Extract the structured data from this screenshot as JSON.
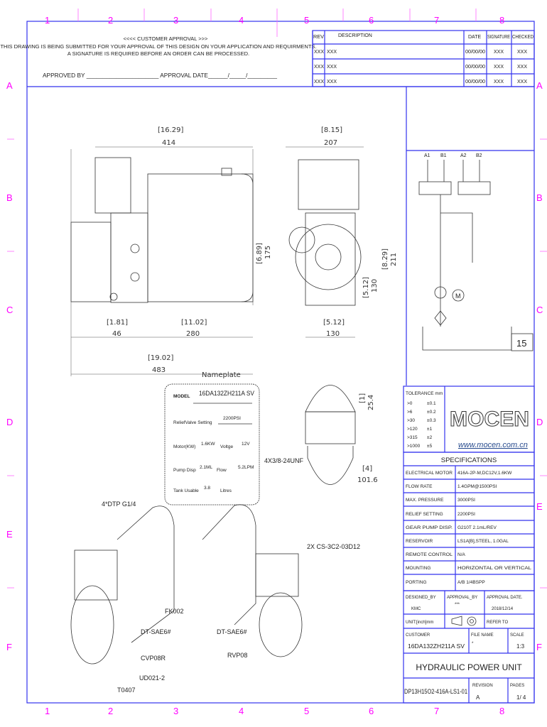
{
  "zones": {
    "columns": [
      "1",
      "2",
      "3",
      "4",
      "5",
      "6",
      "7",
      "8"
    ],
    "rows": [
      "A",
      "B",
      "C",
      "D",
      "E",
      "F"
    ]
  },
  "approval": {
    "heading": "<<<<  CUSTOMER APPROVAL  >>>",
    "line1": "THIS DRAWING IS BEING SUBMITTED FOR YOUR APPROVAL OF THIS DESIGN ON YOUR APPLICATION AND REQUIRMENTS.",
    "line2": "A SIGNATURE IS REQUIRED BEFORE AN ORDER CAN BE PROCESSED.",
    "approved_by": "APPROVED BY ______________________ APPROVAL DATE______/_____/_________"
  },
  "revisions": {
    "headers": [
      "REV",
      "DESCRIPTION",
      "DATE",
      "SIGNATURE",
      "CHECKED"
    ],
    "rows": [
      [
        "XXX",
        "XXX",
        "00/00/00",
        "XXX",
        "XXX"
      ],
      [
        "XXX",
        "XXX",
        "00/00/00",
        "XXX",
        "XXX"
      ],
      [
        "XXX",
        "XXX",
        "00/00/00",
        "XXX",
        "XXX"
      ]
    ]
  },
  "dimensions": {
    "overall_len_in": "[16.29]",
    "overall_len_mm": "414",
    "side_width_in": "[8.15]",
    "side_width_mm": "207",
    "height_in": "[6.89]",
    "height_mm": "175",
    "base_h_in": "[5.12]",
    "base_h_mm": "130",
    "total_h_in": "[8.29]",
    "total_h_mm": "211",
    "motor_in": "[1.81]",
    "motor_mm": "46",
    "tank_in": "[11.02]",
    "tank_mm": "280",
    "base_w_in": "[5.12]",
    "base_w_mm": "130",
    "total_in": "[19.02]",
    "total_mm": "483",
    "end_h_in": "[1]",
    "end_h_mm": "25.4",
    "end_w_in": "[4]",
    "end_w_mm": "101.6",
    "nameplate_note": "Nameplate"
  },
  "nameplate": {
    "model_label": "MODEL",
    "model": "16DA132ZH211A SV",
    "relief_label": "ReliefValve Setting",
    "relief": "2200PSI",
    "motor_label": "Motor(KW)",
    "motor": "1.6KW",
    "voltage_label": "Voltge",
    "voltage": "12V",
    "pump_label": "Pump Disp",
    "pump": "2.1ML",
    "flow_label": "Flow",
    "flow": "5.2LPM",
    "tank_label": "Tank Usable",
    "tank": "3.8",
    "tank_unit": "Litres"
  },
  "callouts": {
    "mount": "4X3/8-24UNF",
    "ports": "4*DTP G1/4",
    "coils": "2X CS-3C2-03D12",
    "fk": "FK002",
    "dt1": "DT-SAE6#",
    "dt2": "DT-SAE6#",
    "cvp": "CVP08R",
    "rvp": "RVP08",
    "ud": "UD021-2",
    "t": "T0407"
  },
  "schematic": {
    "ports": [
      "A1",
      "B1",
      "A2",
      "B2"
    ],
    "motor": "M",
    "tag": "15"
  },
  "tolerance": {
    "title": "TOLERANCE  mm",
    "rows": [
      [
        ">0",
        "±0.1"
      ],
      [
        ">6",
        "±0.2"
      ],
      [
        ">30",
        "±0.3"
      ],
      [
        ">120",
        "±1"
      ],
      [
        ">315",
        "±2"
      ],
      [
        ">1000",
        "±5"
      ]
    ]
  },
  "brand": {
    "logo": "MOCEN",
    "url": "www.mocen.com.cn",
    "color": "#2a4d8f"
  },
  "specs": {
    "title": "SPECIFICATIONS",
    "rows": [
      [
        "ELECTRICAL MOTOR",
        "416A-2P-M,DC12V,1.6KW"
      ],
      [
        "FLOW RATE",
        "1.4GPM@1500PSI"
      ],
      [
        "MAX. PRESSURE",
        "3000PSI"
      ],
      [
        "RELIEF SETTING",
        "2200PSI"
      ],
      [
        "GEAR PUMP DISP.",
        "G210T 2.1mL/REV"
      ],
      [
        "RESERVOIR",
        "LS1A[B],STEEL, 1.0GAL"
      ],
      [
        "REMOTE CONTROL",
        "N/A"
      ],
      [
        "MOUNTING",
        "HORIZONTAL OR VERTICAL"
      ],
      [
        "PORTING",
        "A/B 1/4BSPP"
      ]
    ]
  },
  "titleblock": {
    "designed_label": "DESIGNED_BY",
    "designed": "KMC",
    "approval_label": "APPROVAL_BY",
    "approval": "***",
    "date_label": "APPROVAL DATE.",
    "date": "2018/12/14",
    "unit": "UNIT:[inch]mm",
    "refer": "REFER TO",
    "customer_label": "CUSTOMER",
    "customer": "16DA132ZH211A SV",
    "file_label": "FILE NAME",
    "file": "*",
    "scale_label": "SCALE",
    "scale": "1:3",
    "title": "HYDRAULIC POWER UNIT",
    "drawing_no": "DP13H15O2-416A-LS1-01",
    "revision_label": "REVISION",
    "revision": "A",
    "pages_label": "PAGES",
    "pages": "1/ 4"
  }
}
